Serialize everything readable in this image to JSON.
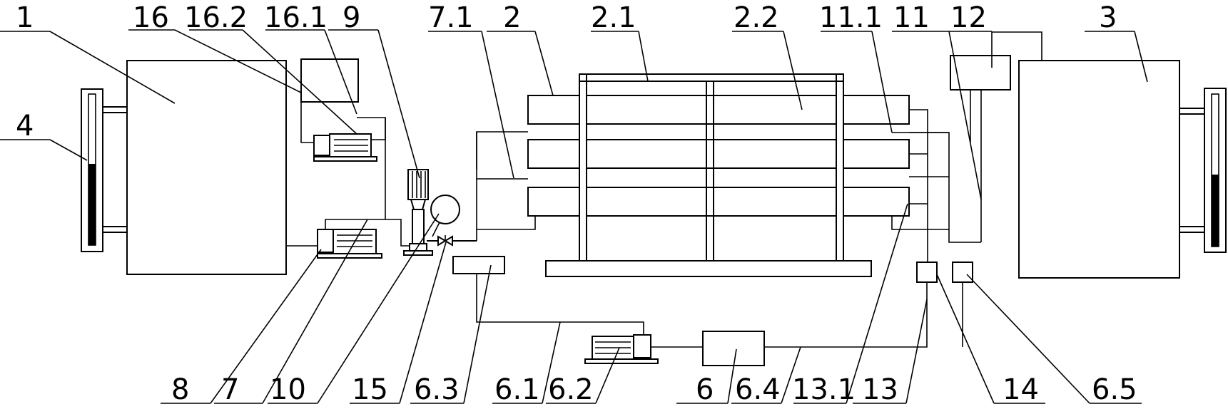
{
  "labels": {
    "l1": "1",
    "l16": "16",
    "l16_2": "16.2",
    "l16_1": "16.1",
    "l9": "9",
    "l7_1": "7.1",
    "l2": "2",
    "l2_1": "2.1",
    "l2_2": "2.2",
    "l11_1": "11.1",
    "l11": "11",
    "l12": "12",
    "l3": "3",
    "l4": "4",
    "l8": "8",
    "l7": "7",
    "l10": "10",
    "l15": "15",
    "l6_3": "6.3",
    "l6_1": "6.1",
    "l6_2": "6.2",
    "l6": "6",
    "l6_4": "6.4",
    "l13_1": "13.1",
    "l13": "13",
    "l14": "14",
    "l6_5": "6.5"
  }
}
